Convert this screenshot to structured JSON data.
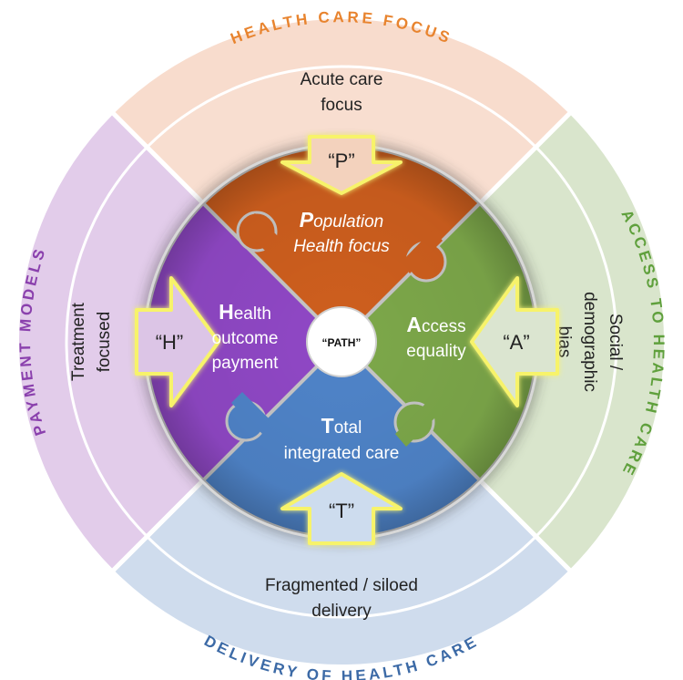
{
  "ring_labels": {
    "top": "HEALTH CARE FOCUS",
    "right": "ACCESS TO HEALTH CARE",
    "bottom": "DELIVERY OF HEALTH CARE",
    "left": "PAYMENT MODELS"
  },
  "outer_segments": {
    "top": {
      "line1": "Acute care",
      "line2": "focus"
    },
    "right": {
      "line1": "Social /",
      "line2": "demographic",
      "line3": "bias"
    },
    "bottom": {
      "line1": "Fragmented / siloed",
      "line2": "delivery"
    },
    "left": {
      "line1": "Treatment",
      "line2": "focused"
    }
  },
  "inner_segments": {
    "top": {
      "initial": "P",
      "rest1": "opulation",
      "line2": "Health focus"
    },
    "right": {
      "initial": "A",
      "rest1": "ccess",
      "line2": "equality"
    },
    "bottom": {
      "initial": "T",
      "rest1": "otal",
      "line2": "integrated care"
    },
    "left": {
      "initial": "H",
      "rest1": "ealth",
      "line2": "outcome",
      "line3": "payment"
    }
  },
  "arrows": {
    "top": "“P”",
    "right": "“A”",
    "bottom": "“T”",
    "left": "“H”"
  },
  "center": "“PATH”",
  "colors": {
    "top_outer": "#f8dccd",
    "right_outer": "#d9e5cc",
    "bottom_outer": "#cfdced",
    "left_outer": "#e2ccea",
    "top_inner": "#cf5f1e",
    "right_inner": "#7da84a",
    "bottom_inner": "#4f84c9",
    "left_inner": "#9048c6",
    "top_label": "#e8842f",
    "right_label": "#5fa03c",
    "bottom_label": "#3c6aa6",
    "left_label": "#8a40ad"
  }
}
